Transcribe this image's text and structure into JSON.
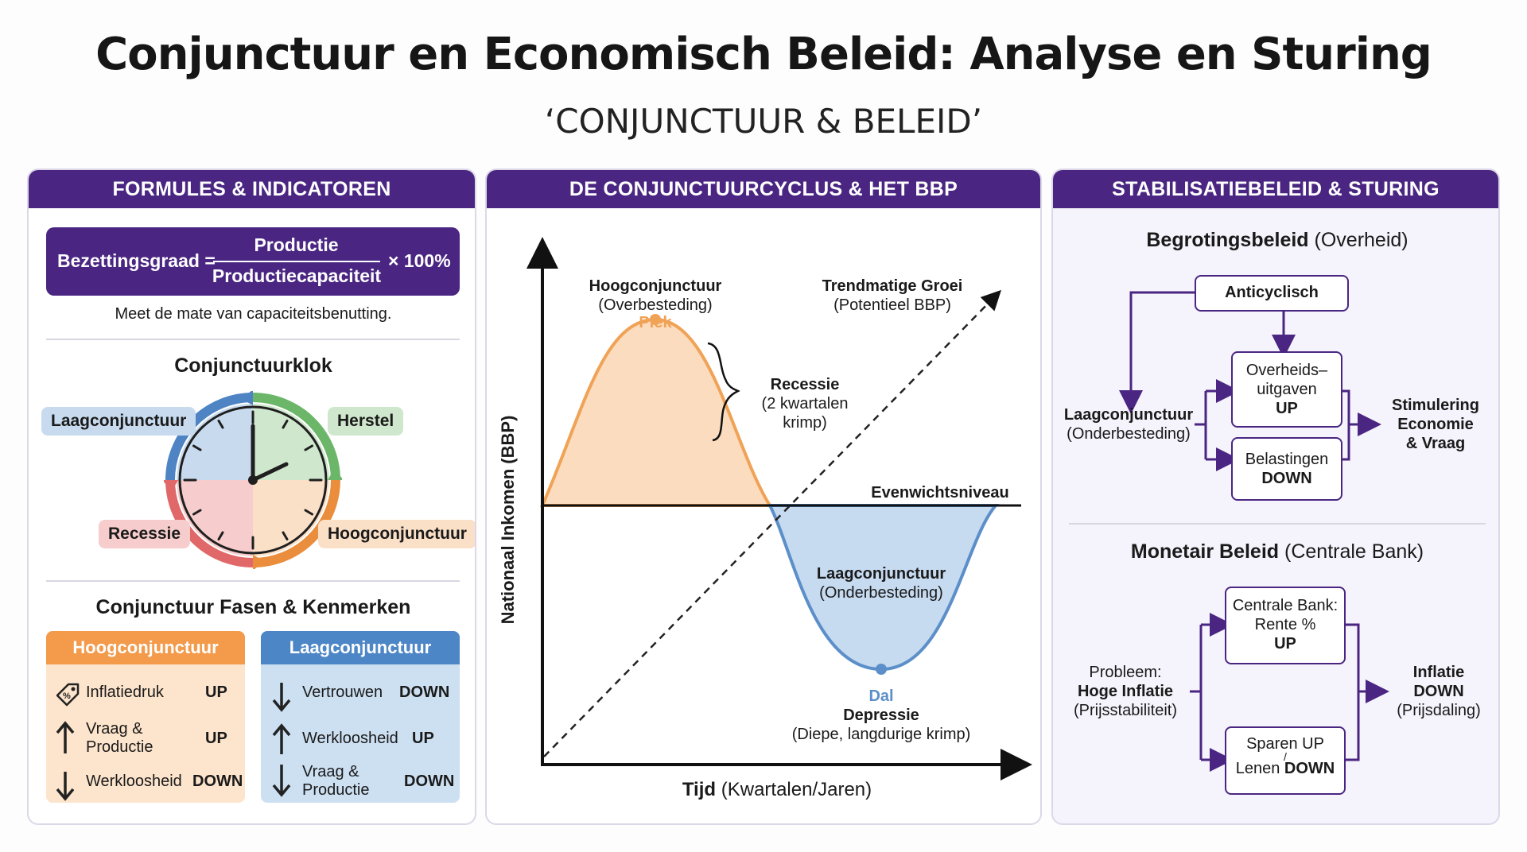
{
  "title": "Conjunctuur en Economisch Beleid: Analyse en Sturing",
  "subtitle": "‘CONJUNCTUUR & BELEID’",
  "panel1": {
    "header": "FORMULES & INDICATOREN",
    "formula": {
      "lhs": "Bezettingsgraad =",
      "numerator": "Productie",
      "denominator": "Productiecapaciteit",
      "multiplier": "× 100%"
    },
    "formula_note": "Meet de mate van capaciteitsbenutting.",
    "clock_title": "Conjunctuurklok",
    "clock_labels": {
      "laag": "Laagconjunctuur",
      "herstel": "Herstel",
      "recessie": "Recessie",
      "hoog": "Hoogconjunctuur"
    },
    "phases_title": "Conjunctuur Fasen & Kenmerken",
    "hoog": {
      "header": "Hoogconjunctuur",
      "rows": [
        {
          "icon": "price-tag-icon",
          "label": "Inflatiedruk",
          "value": "UP"
        },
        {
          "icon": "arrow-up-icon",
          "label": "Vraag & Productie",
          "value": "UP"
        },
        {
          "icon": "arrow-down-icon",
          "label": "Werkloosheid",
          "value": "DOWN"
        }
      ]
    },
    "laag": {
      "header": "Laagconjunctuur",
      "rows": [
        {
          "icon": "arrow-down-icon",
          "label": "Vertrouwen",
          "value": "DOWN"
        },
        {
          "icon": "arrow-up-icon",
          "label": "Werkloosheid",
          "value": "UP"
        },
        {
          "icon": "arrow-down-icon",
          "label": "Vraag & Productie",
          "value": "DOWN"
        }
      ]
    }
  },
  "panel2": {
    "header": "DE CONJUNCTUURCYCLUS & HET BBP",
    "y_axis": "Nationaal Inkomen (BBP)",
    "x_axis_bold": "Tijd",
    "x_axis_rest": "(Kwartalen/Jaren)",
    "hoog_title": "Hoogconjunctuur",
    "hoog_sub": "(Overbesteding)",
    "piek": "Piek",
    "recessie_title": "Recessie",
    "recessie_sub1": "(2 kwartalen",
    "recessie_sub2": "krimp)",
    "trend_title": "Trendmatige Groei",
    "trend_sub": "(Potentieel BBP)",
    "evenwicht": "Evenwichtsniveau",
    "laag_title": "Laagconjunctuur",
    "laag_sub": "(Onderbesteding)",
    "dal": "Dal",
    "depressie": "Depressie",
    "depressie_sub": "(Diepe, langdurige krimp)",
    "colors": {
      "hoog": "#f0a256",
      "laag": "#5c8fc9"
    }
  },
  "panel3": {
    "header": "STABILISATIEBELEID & STURING",
    "begroting_bold": "Begrotingsbeleid",
    "begroting_rest": "(Overheid)",
    "anticyclisch": "Anticyclisch",
    "overheid_l1": "Overheids–",
    "overheid_l2": "uitgaven",
    "overheid_v": "UP",
    "belasting_l1": "Belastingen",
    "belasting_v": "DOWN",
    "laag_l1": "Laagconjunctuur",
    "laag_l2": "(Onderbesteding)",
    "stim_l1": "Stimulering",
    "stim_l2": "Economie",
    "stim_l3": "& Vraag",
    "monetair_bold": "Monetair Beleid",
    "monetair_rest": "(Centrale Bank)",
    "cb_l1": "Centrale Bank:",
    "cb_l2": "Rente %",
    "cb_v": "UP",
    "sparen": "Sparen UP",
    "slash": "/",
    "lenen_a": "Lenen",
    "lenen_v": "DOWN",
    "prob_l1": "Probleem:",
    "prob_l2": "Hoge Inflatie",
    "prob_l3": "(Prijsstabiliteit)",
    "infl_l1": "Inflatie",
    "infl_l2": "DOWN",
    "infl_l3": "(Prijsdaling)",
    "accent": "#4a2682"
  }
}
